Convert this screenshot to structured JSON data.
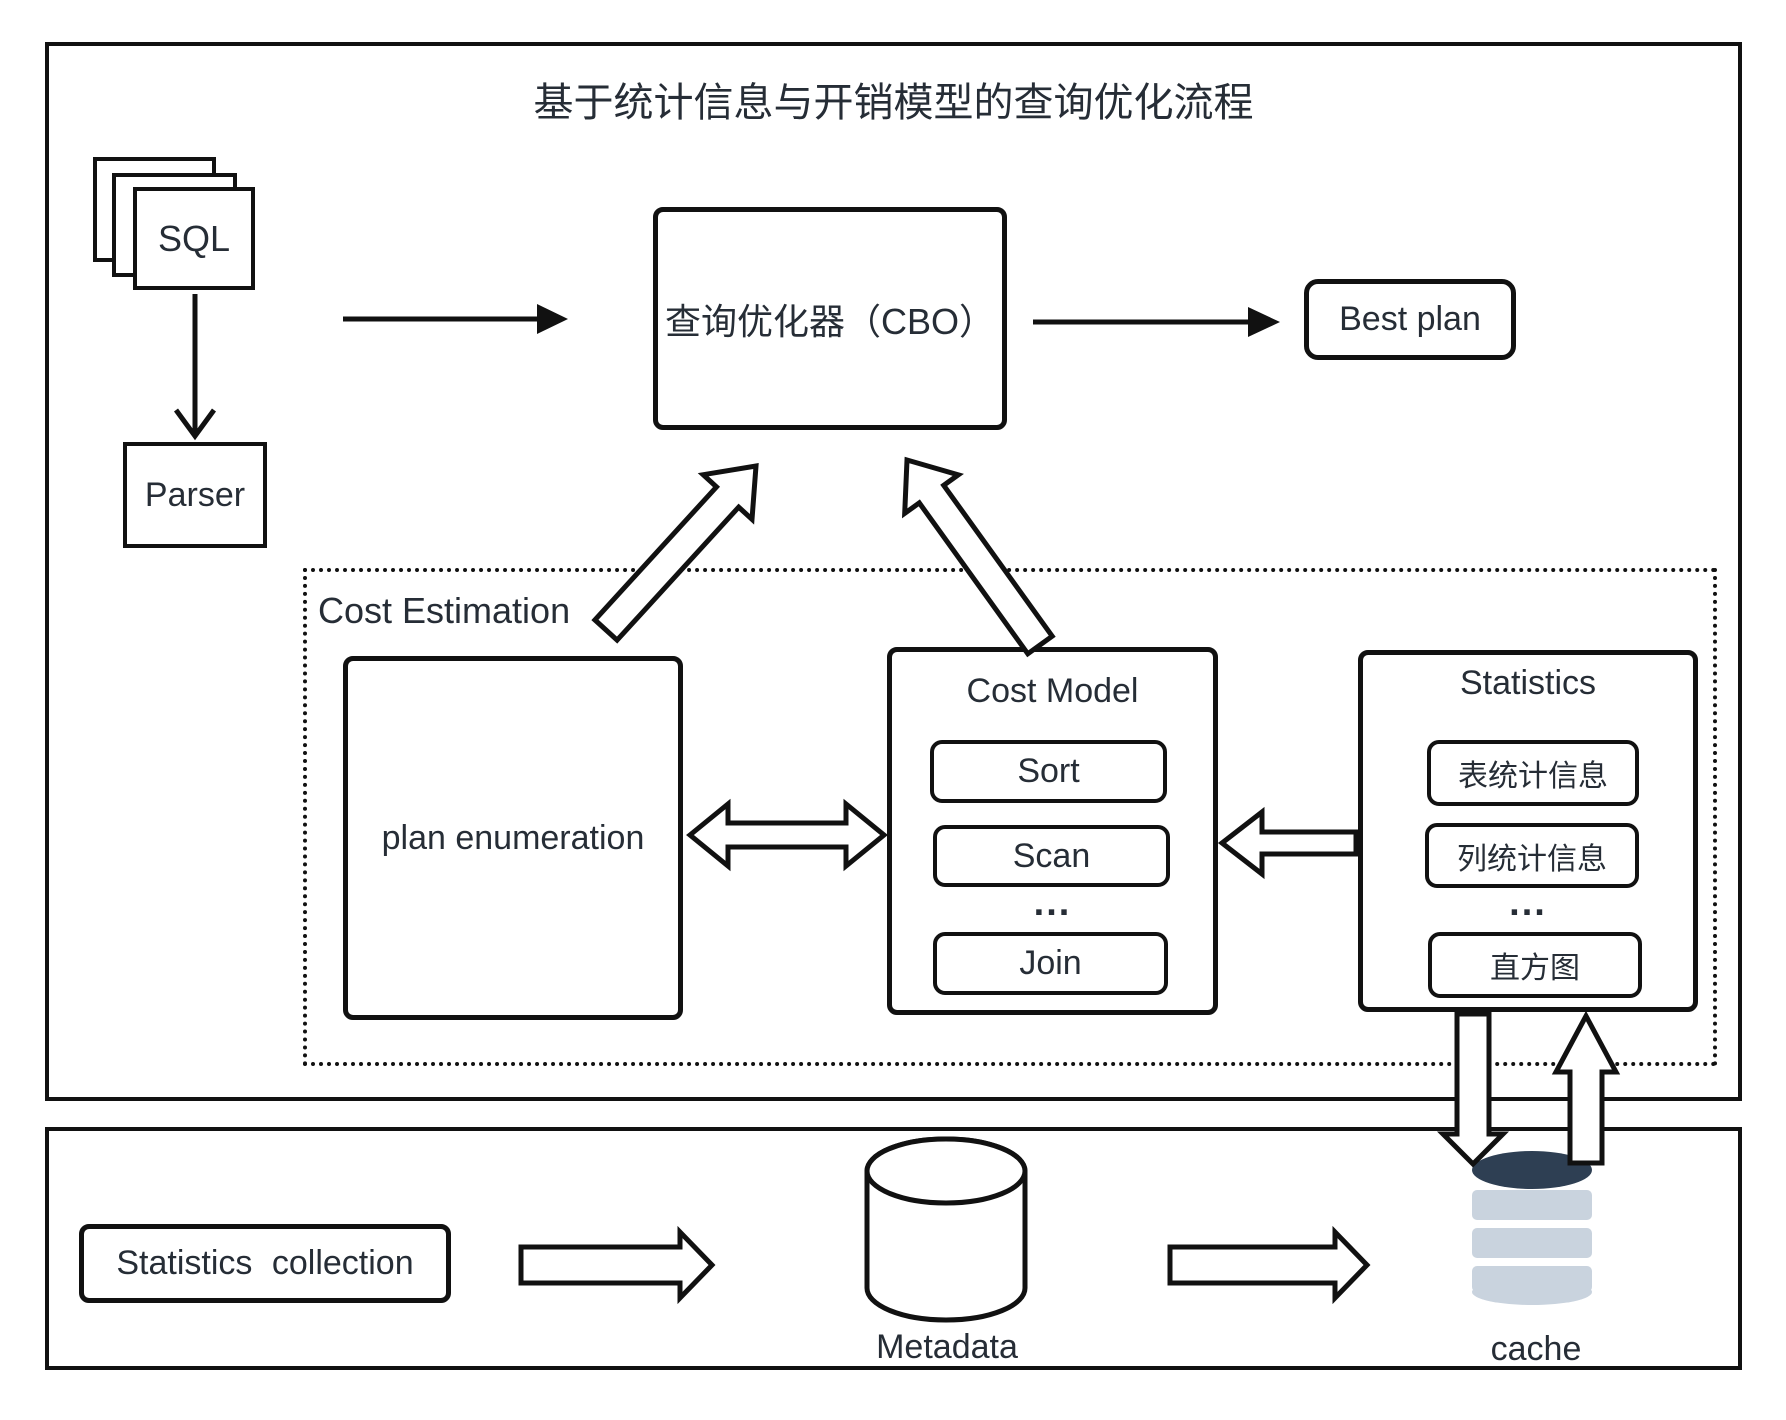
{
  "title": "基于统计信息与开销模型的查询优化流程",
  "top_section": {
    "sql_label": "SQL",
    "parser_label": "Parser",
    "optimizer_label": "查询优化器（CBO）",
    "best_plan_label": "Best plan",
    "cost_estimation_label": "Cost Estimation",
    "plan_enumeration_label": "plan enumeration",
    "cost_model": {
      "title": "Cost Model",
      "items": [
        "Sort",
        "Scan",
        "...",
        "Join"
      ]
    },
    "statistics": {
      "title": "Statistics",
      "items": [
        "表统计信息",
        "列统计信息",
        "...",
        "直方图"
      ]
    }
  },
  "bottom_section": {
    "statistics_collection_label": "Statistics collection",
    "metadata_label": "Metadata",
    "cache_label": "cache"
  },
  "colors": {
    "line": "#111111",
    "text": "#262d36",
    "cache_top": "#2e3f53",
    "cache_body": "#c9d3de",
    "background": "#ffffff"
  }
}
